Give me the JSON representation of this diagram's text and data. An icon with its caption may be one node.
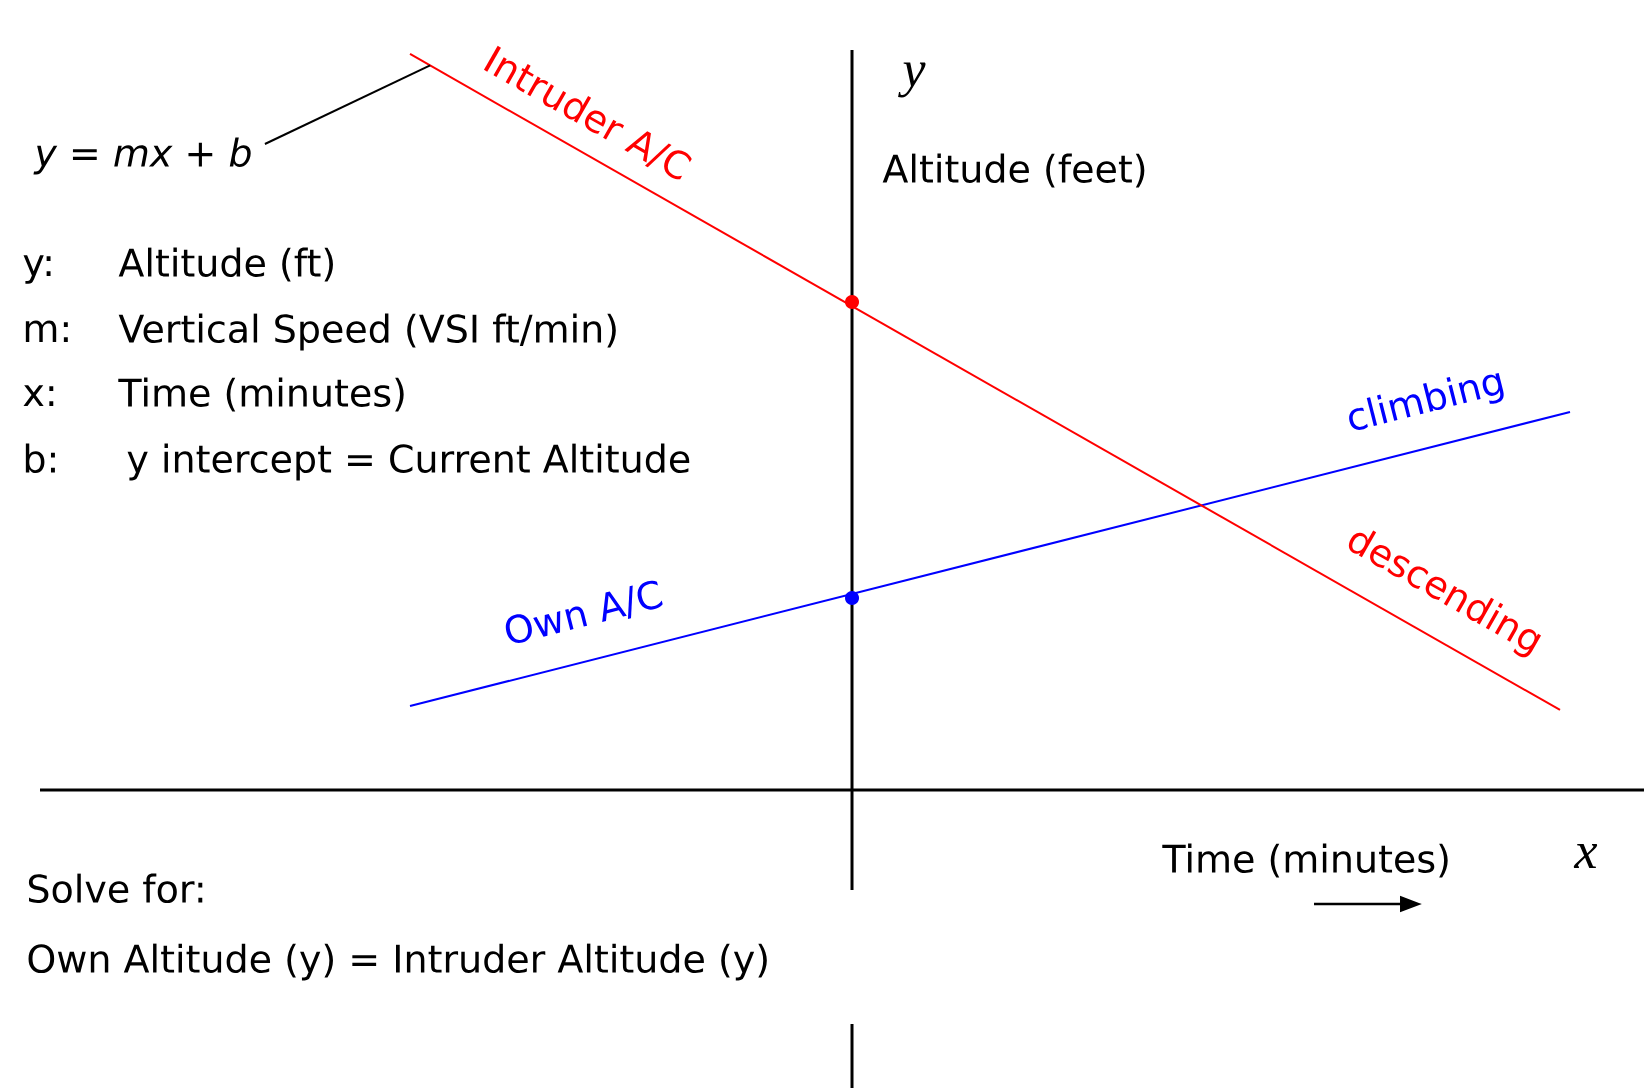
{
  "diagram": {
    "nodes": [
      {
        "text": [
          "y = mx + b"
        ]
      },
      {
        "text": [],
        "shape": "line"
      }
    ],
    "edges": [
      {
        "from": 0,
        "to": 1,
        "arrow": "none"
      }
    ],
    "labels": [
      "y",
      "Altitude (feet)",
      "Intruder A/C",
      "y:",
      "Altitude (ft)",
      "m:",
      "Vertical Speed (VSI ft/min)",
      "x:",
      "Time (minutes)",
      "b:",
      "y intercept = Current Altitude",
      "climbing",
      "Own A/C",
      "descending",
      "Time (minutes)",
      "x",
      "Solve for:",
      "Own Altitude (y) = Intruder Altitude (y)"
    ]
  }
}
